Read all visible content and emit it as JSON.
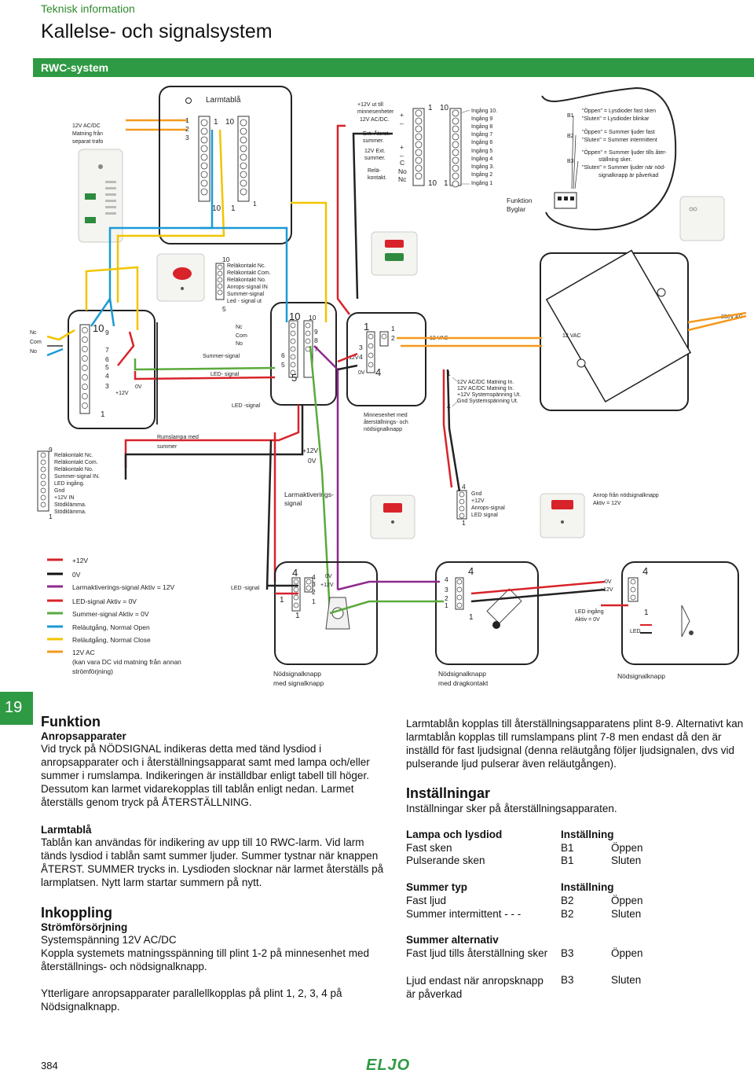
{
  "header": {
    "section": "Teknisk information",
    "title": "Kallelse- och signalsystem",
    "banner": "RWC-system"
  },
  "page_side_number": "19",
  "diagram": {
    "trafo": [
      "12V AC/DC",
      "Matning från",
      "separat trafo"
    ],
    "larmtabla": "Larmtablå",
    "top_left_numbers": [
      "1",
      "2",
      "3"
    ],
    "larmtabla_pins": [
      "1",
      "10"
    ],
    "larmtabla_bottom": [
      "10",
      "1",
      "1"
    ],
    "mid_inputs": [
      "+12V ut till",
      "minnesenheter",
      "12V AC/DC.",
      "Ext. Återst.",
      "summer.",
      "12V Ext.",
      "summer.",
      "Relä-",
      "kontakt."
    ],
    "relay_pins": [
      "+",
      "–",
      "+",
      "–",
      "C",
      "No",
      "Nc"
    ],
    "ingang_top": [
      "1",
      "10"
    ],
    "ingang_bottom": [
      "10",
      "1"
    ],
    "ingang": [
      "Ingång 10.",
      "Ingång 9",
      "Ingång 8",
      "Ingång 7",
      "Ingång 6",
      "Ingång 5",
      "Ingång 4",
      "Ingång 3.",
      "Ingång 2",
      "Ingång 1"
    ],
    "byglar": {
      "B1": "B1",
      "B1_open": "\"Öppen\" = Lysdioder fast sken",
      "B1_closed": "\"Sluten\" = Lysdioder blinkar",
      "B2": "B2",
      "B2_open": "\"Öppen\" = Summer ljuder fast",
      "B2_closed": "\"Sluten\" = Summer intermittent",
      "B3": "B3",
      "B3_open1": "\"Öppen\" = Summer ljuder tills åter-",
      "B3_open2": "ställning sker.",
      "B3_closed1": "\"Sluten\" = Summer ljuder när nöd-",
      "B3_closed2": "signalknapp är påverkad"
    },
    "funktion_byglar": [
      "Funktion",
      "Byglar"
    ],
    "rumslampa_terms": [
      "10",
      "Reläkontakt Nc.",
      "Reläkontakt Com.",
      "Reläkontakt No.",
      "Anrops-signal IN",
      "Summer-signal",
      "Led - signal ut",
      "5"
    ],
    "left_relay": [
      "Nc",
      "Com",
      "No"
    ],
    "left_box_nums": [
      "10",
      "9",
      "7",
      "6",
      "5",
      "4",
      "3",
      "1"
    ],
    "signals_left": [
      "+12V",
      "0V",
      "Summer-signal",
      "LED- signal",
      "LED -signal"
    ],
    "mid_relay": [
      "Nc",
      "Com",
      "No"
    ],
    "mid_box_nums": [
      "10",
      "10",
      "9",
      "8",
      "7",
      "6",
      "5",
      "5"
    ],
    "larmakt": [
      "Larmaktiverings-",
      "signal"
    ],
    "plus12": "+12V",
    "zero": "0V",
    "minnes_nums": [
      "1",
      "1",
      "2",
      "3",
      "4",
      "4"
    ],
    "minnes_text": [
      "Minnesenhet med",
      "återställnings- och",
      "nödsignalknapp"
    ],
    "vac12a": "12 VAC",
    "vac12b": "12 VAC",
    "vac230": "230V AC",
    "matning_nums": [
      "1",
      "4"
    ],
    "matning": [
      "12V AC/DC Matning In.",
      "12V AC/DC Matning In.",
      "+12V Systemspänning Ut.",
      "Gnd Systemspänning Ut."
    ],
    "rumslampa": [
      "Rumslampa med",
      "summer"
    ],
    "bottom_left_terms": [
      "9",
      "Reläkontakt Nc.",
      "Reläkontakt Com.",
      "Reläkontakt No.",
      "Summer-signal IN.",
      "LED ingång.",
      "Gnd",
      "+12V IN",
      "Stödklämma.",
      "Stödklämma.",
      "1"
    ],
    "nod_terms": [
      "4",
      "Gnd",
      "+12V",
      "Anrops-signal",
      "LED signal",
      "1"
    ],
    "anrop": [
      "Anrop från nödsignalknapp",
      "Aktiv = 12V"
    ],
    "legend": [
      {
        "color": "#d8232a",
        "label": "+12V"
      },
      {
        "color": "#111111",
        "label": "0V"
      },
      {
        "color": "#8e2a8e",
        "label": "Larmaktiverings-signal Aktiv = 12V"
      },
      {
        "color": "#d8232a",
        "label": "LED-signal Aktiv = 0V"
      },
      {
        "color": "#5aaa3c",
        "label": "Summer-signal Aktiv = 0V"
      },
      {
        "color": "#1a9ad6",
        "label": "Reläutgång, Normal Open"
      },
      {
        "color": "#f2c500",
        "label": "Reläutgång, Normal Close"
      },
      {
        "color": "#f39a1e",
        "label": "12V AC"
      }
    ],
    "legend_note": [
      "(kan vara DC vid matning från annan",
      "strömförjning)"
    ],
    "led_signal": "LED -signal",
    "box1_nums": [
      "4",
      "4",
      "0V",
      "3",
      "+12V",
      "2",
      "1",
      "1",
      "1"
    ],
    "box1_label": [
      "Nödsignalknapp",
      "med signalknapp"
    ],
    "box2_nums": [
      "4",
      "4",
      "3",
      "2",
      "1",
      "1"
    ],
    "box2_label": [
      "Nödsignalknapp",
      "med dragkontakt"
    ],
    "box3_nums": [
      "0V",
      "4",
      "+12V",
      "1"
    ],
    "box3_led": [
      "LED ingång",
      "Aktiv = 0V"
    ],
    "led": "LED",
    "box3_label": "Nödsignalknapp"
  },
  "text": {
    "funktion": "Funktion",
    "anrops_h": "Anropsapparater",
    "anrops_p": "Vid tryck på NÖDSIGNAL indikeras detta med tänd lysdiod i anropsapparater och i återställningsapparat samt med lampa och/eller summer i rumslampa. Indikeringen är inställdbar enligt tabell till höger. Dessutom kan larmet vidarekopplas till tablån enligt nedan. Larmet återställs genom tryck på ÅTERSTÄLLNING.",
    "larmtabla_h": "Larmtablå",
    "larmtabla_p": "Tablån kan användas för indikering av upp till 10 RWC-larm. Vid larm tänds lysdiod i tablån samt summer ljuder. Summer tystnar när knappen ÅTERST. SUMMER trycks in. Lysdioden slocknar när larmet återställs på larmplatsen. Nytt larm startar summern på nytt.",
    "inkoppling": "Inkoppling",
    "strom_h": "Strömförsörjning",
    "strom_p1": "Systemspänning 12V AC/DC",
    "strom_p2": "Koppla systemets matningsspänning till plint 1-2 på minnesenhet med återställnings- och nödsignalknapp.",
    "strom_p3": "Ytterligare anropsapparater parallellkopplas på plint 1, 2, 3, 4 på Nödsignalknapp.",
    "right_p1": "Larmtablån kopplas till återställningsapparatens plint 8-9. Alternativt kan larmtablån kopplas till rumslampans plint 7-8 men endast då den är inställd för fast ljudsignal (denna reläutgång följer ljudsignalen, dvs vid pulserande ljud pulserar även reläutgången).",
    "installningar": "Inställningar",
    "install_p": "Inställningar sker på återställningsapparaten.",
    "tables": [
      {
        "head": [
          "Lampa och lysdiod",
          "Inställning"
        ],
        "rows": [
          [
            "Fast sken",
            "B1",
            "Öppen"
          ],
          [
            "Pulserande sken",
            "B1",
            "Sluten"
          ]
        ]
      },
      {
        "head": [
          "Summer typ",
          "Inställning"
        ],
        "rows": [
          [
            "Fast ljud",
            "B2",
            "Öppen"
          ],
          [
            "Summer intermittent - - -",
            "B2",
            "Sluten"
          ]
        ]
      },
      {
        "head": [
          "Summer alternativ",
          ""
        ],
        "rows": [
          [
            "Fast ljud tills återställning sker",
            "B3",
            "Öppen"
          ],
          [
            "Ljud endast när anropsknapp är påverkad",
            "B3",
            "Sluten"
          ]
        ]
      }
    ]
  },
  "footer": {
    "page": "384",
    "logo": "ELJO"
  }
}
